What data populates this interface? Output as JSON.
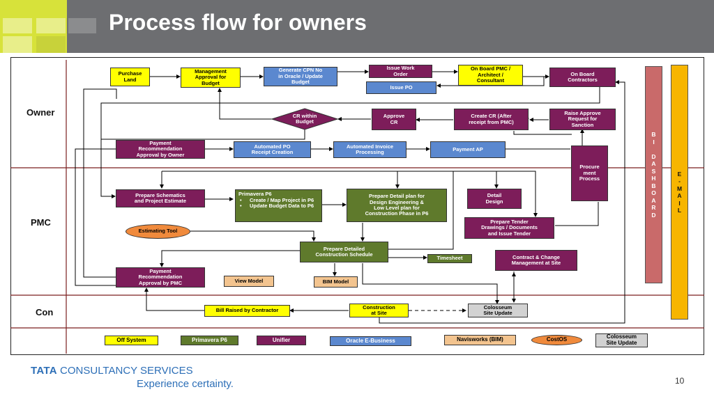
{
  "slide": {
    "title": "Process flow for owners",
    "page_number": "10"
  },
  "lanes": {
    "owner": "Owner",
    "pmc": "PMC",
    "con": "Con"
  },
  "boxes": {
    "purchase_land": "Purchase\nLand",
    "mgmt_approval": "Management\nApproval for\nBudget",
    "generate_cpn": "Generate CPN No\nin Oracle / Update\nBudget",
    "issue_work_order": "Issue Work\nOrder",
    "onboard_pmc": "On Board PMC /\nArchitect /\nConsultant",
    "onboard_contractors": "On Board\nContractors",
    "issue_po": "Issue PO",
    "cr_within_budget": "CR within\nBudget",
    "approve_cr": "Approve\nCR",
    "create_cr": "Create CR (After\nreceipt from PMC)",
    "raise_approve": "Raise Approve\nRequest for\nSanction",
    "payment_rec_owner": "Payment\nRecommendation\nApproval by Owner",
    "auto_po_receipt": "Automated PO\nReceipt Creation",
    "auto_invoice": "Automated Invoice\nProcessing",
    "payment_ap": "Payment AP",
    "procurement": "Procure\nment\nProcess",
    "prepare_schematics": "Prepare Schematics\nand Project Estimate",
    "primavera_title": "Primavera P6",
    "primavera_items": [
      "Create / Map Project in P6",
      "Update Budget Data to P6"
    ],
    "detail_plan": "Prepare Detail plan for\nDesign Engineering &\nLow Level plan for\nConstruction Phase in P6",
    "detail_design": "Detail\nDesign",
    "prepare_tender": "Prepare Tender\nDrawings / Documents\nand Issue Tender",
    "estimating_tool": "Estimating Tool",
    "construction_schedule": "Prepare Detailed\nConstruction Schedule",
    "timesheet": "Timesheet",
    "contract_change": "Contract & Change\nManagement at Site",
    "payment_rec_pmc": "Payment\nRecommendation\nApproval by PMC",
    "view_model": "View Model",
    "bim_model": "BIM Model",
    "bill_raised": "Bill Raised by Contractor",
    "construction_site": "Construction\nat Site",
    "colosseum_update": "Colosseum\nSite Update"
  },
  "bars": {
    "bi_dashboard": "B\nI\n\nD\nA\nS\nH\nB\nO\nA\nR\nD",
    "email": "E\n-\nM\nA\nI\nL"
  },
  "legend": {
    "off_system": "Off System",
    "primavera": "Primavera P6",
    "unifier": "Unifier",
    "oracle": "Oracle E-Business",
    "navisworks": "Navisworks (BIM)",
    "costos": "CostOS",
    "colosseum": "Colosseum\nSite Update"
  },
  "footer": {
    "brand_bold": "TATA",
    "brand_rest": " CONSULTANCY SERVICES",
    "tagline": "Experience certainty."
  },
  "colors": {
    "header": "#6d6e71",
    "oracle_blue": "#5b88cf",
    "unifier_maroon": "#7d1d5a",
    "off_system_yellow": "#ffff00",
    "primavera_green": "#5f7a2c",
    "navisworks_tan": "#f3c48f",
    "costos_orange": "#f08a3c",
    "colosseum_gray": "#d2d2d2",
    "bi_bar": "#c96a6a",
    "email_bar": "#f7b500",
    "lane_divider": "#7a1f1f",
    "brand_blue": "#2d6fb7"
  }
}
